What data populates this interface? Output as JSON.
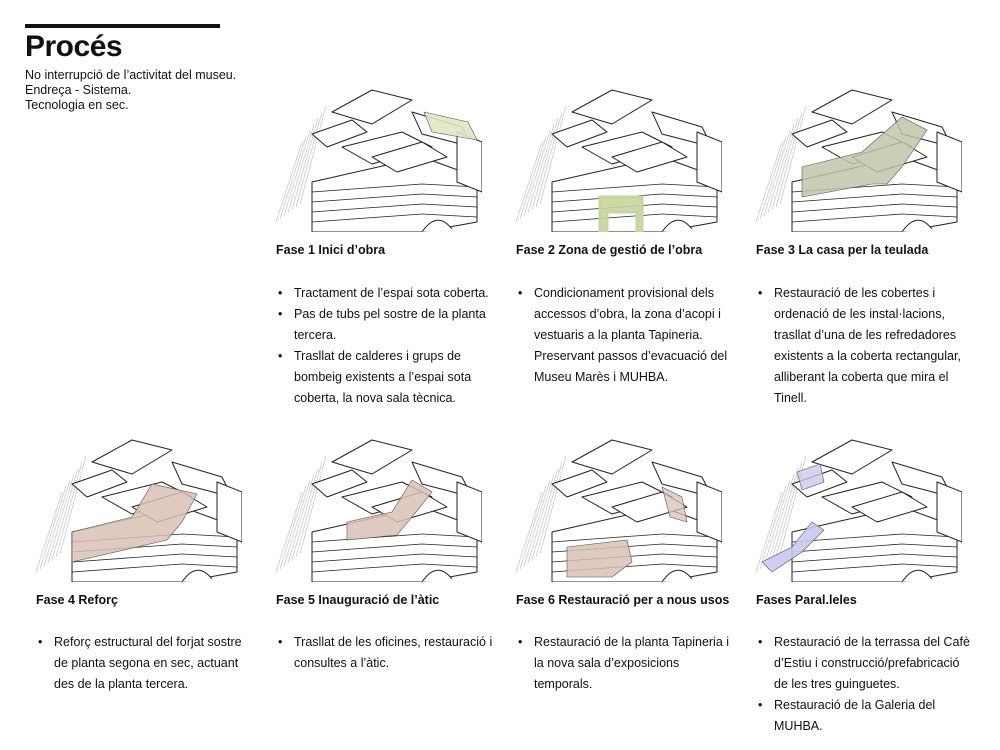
{
  "title": "Procés",
  "intro": [
    "No interrupció de l’activitat del museu.",
    "Endreça - Sistema.",
    "Tecnologia en sec."
  ],
  "colors": {
    "green_light": "#dfe6c4",
    "green_outline": "#c6d59b",
    "green_dark": "#bfc6aa",
    "brown": "#d9c1b4",
    "lavender": "#c9c9ee"
  },
  "phases": [
    {
      "title": "Fase 1 Inici d’obra",
      "highlight": "green_light",
      "bullets": [
        "Tractament de l’espai sota coberta.",
        "Pas de tubs pel sostre de la planta tercera.",
        "Trasllat de calderes i grups de bombeig existents a l’espai sota coberta, la nova sala tècnica."
      ]
    },
    {
      "title": "Fase 2 Zona de gestió de l’obra",
      "highlight": "green_outline",
      "bullets": [
        "Condicionament provisional dels accessos d’obra, la zona d’acopi i vestuaris a la planta Tapineria. Preservant passos d’evacuació del Museu Marès i MUHBA."
      ]
    },
    {
      "title": "Fase 3 La casa per la teulada",
      "highlight": "green_dark",
      "bullets": [
        "Restauració de les cobertes i ordenació de les instal·lacions, trasllat d’una de les refredadores existents a la coberta rectangular, alliberant la coberta que mira el Tinell."
      ]
    },
    {
      "title": "Fase 4 Reforç",
      "highlight": "brown",
      "bullets": [
        "Reforç estructural del forjat sostre de planta segona en sec, actuant des de la planta tercera."
      ]
    },
    {
      "title": "Fase 5 Inauguració de l’àtic",
      "highlight": "brown",
      "bullets": [
        "Trasllat de les oficines, restauració i consultes a l’àtic."
      ]
    },
    {
      "title": "Fase 6 Restauració per a nous usos",
      "highlight": "brown",
      "bullets": [
        "Restauració de la planta Tapineria i la nova sala d’exposicions temporals."
      ]
    },
    {
      "title": "Fases Paral.leles",
      "highlight": "lavender",
      "bullets": [
        "Restauració de la terrassa del Cafè d’Estiu i construcció/prefabricació de les tres guinguetes.",
        "Restauració de la Galeria del MUHBA."
      ]
    }
  ]
}
